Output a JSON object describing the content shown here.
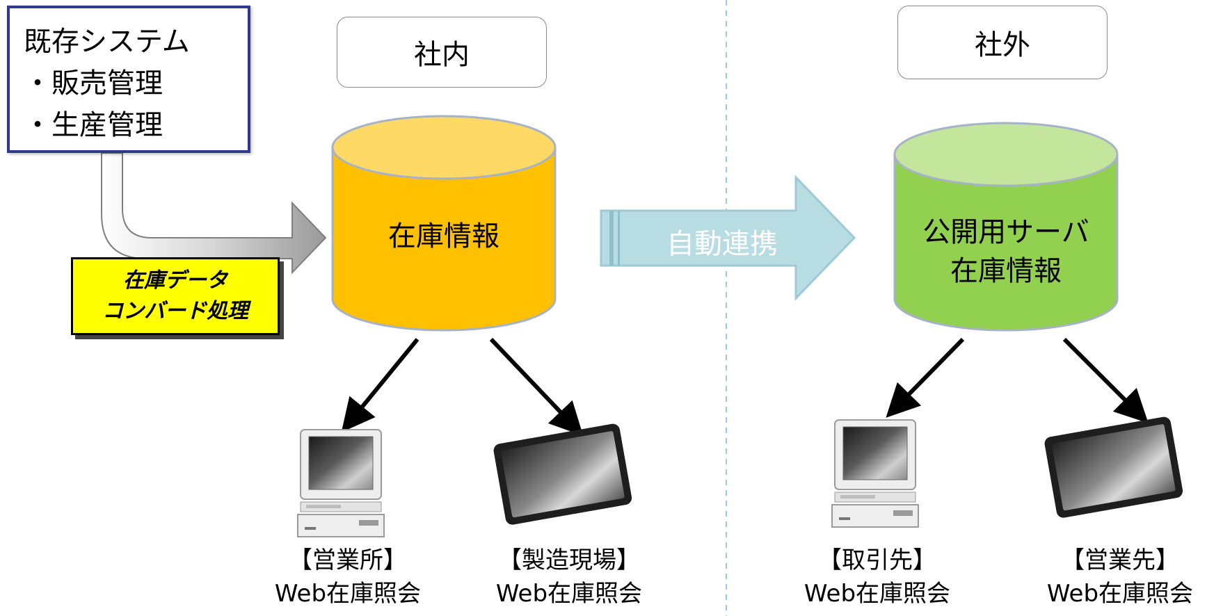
{
  "system_box": {
    "title": "既存システム",
    "items": [
      "・販売管理",
      "・生産管理"
    ]
  },
  "conversion": {
    "line1": "在庫データ",
    "line2": "コンバード処理"
  },
  "internal": {
    "tag": "社内",
    "db_label": "在庫情報",
    "db_color": "#ffc000",
    "db_top_color": "#ffd966",
    "devices": [
      {
        "icon": "desktop-pc-icon",
        "place": "【営業所】",
        "caption": "Web在庫照会"
      },
      {
        "icon": "tablet-icon",
        "place": "【製造現場】",
        "caption": "Web在庫照会"
      }
    ]
  },
  "sync": {
    "label": "自動連携",
    "color": "#b7dde3"
  },
  "external": {
    "tag": "社外",
    "db_label_line1": "公開用サーバ",
    "db_label_line2": "在庫情報",
    "db_color": "#92d050",
    "db_top_color": "#c3e59c",
    "devices": [
      {
        "icon": "desktop-pc-icon",
        "place": "【取引先】",
        "caption": "Web在庫照会"
      },
      {
        "icon": "tablet-icon",
        "place": "【営業先】",
        "caption": "Web在庫照会"
      }
    ]
  },
  "divider_color": "#9dc9e0",
  "border_color": "#2e3a8c"
}
